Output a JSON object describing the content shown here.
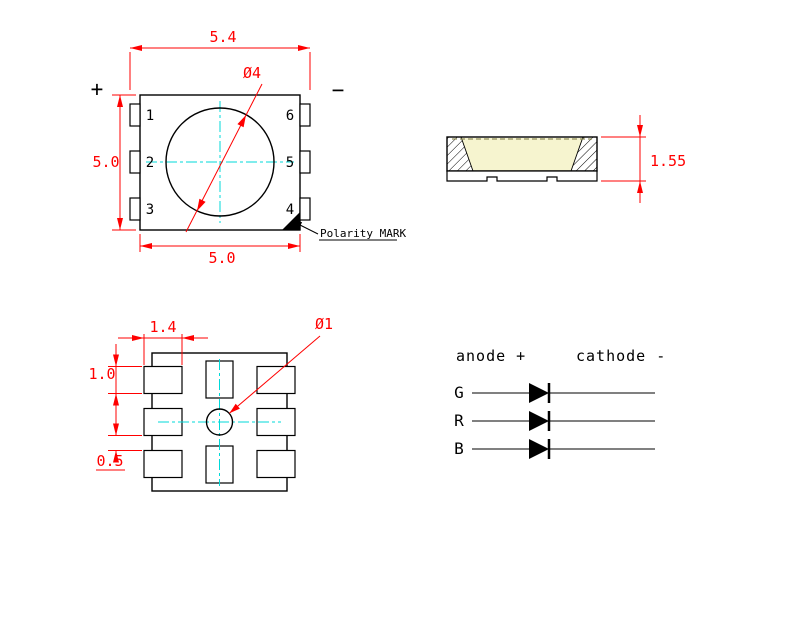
{
  "top_view": {
    "dim_overall_width": "5.4",
    "lens_diameter": "Ø4",
    "dim_body_height": "5.0",
    "dim_body_width": "5.0",
    "polarity_plus": "+",
    "polarity_minus": "−",
    "pins": [
      "1",
      "2",
      "3",
      "4",
      "5",
      "6"
    ],
    "polarity_mark_label": "Polarity MARK"
  },
  "side_view": {
    "dim_height": "1.55"
  },
  "bottom_view": {
    "dim_pad_width": "1.4",
    "dim_pad_height": "1.0",
    "dim_pad_gap": "0.5",
    "center_pad_diameter": "Ø1"
  },
  "schematic": {
    "anode_label": "anode +",
    "cathode_label": "cathode -",
    "channels": [
      "G",
      "R",
      "B"
    ]
  },
  "colors": {
    "dimension_red": "#ff0000",
    "centerline_cyan": "#00d9d9",
    "outline_black": "#000000",
    "phosphor_fill": "#f6f4cf"
  }
}
